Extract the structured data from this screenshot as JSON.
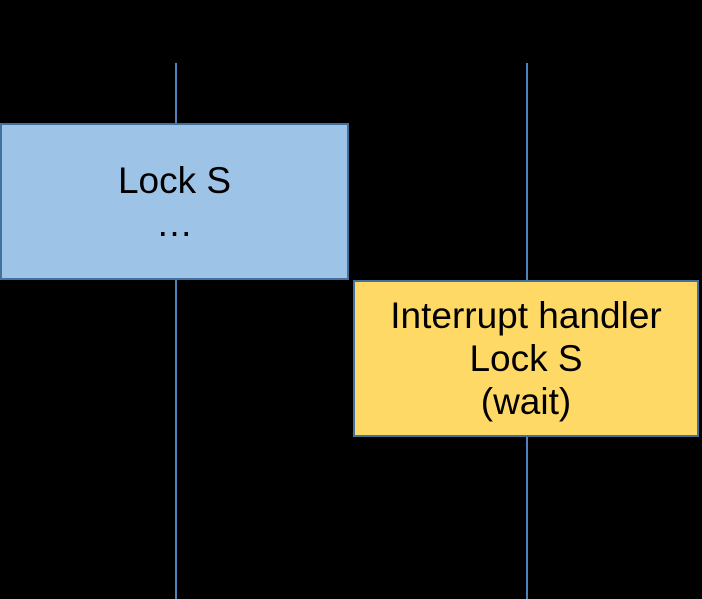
{
  "diagram": {
    "description": "Timeline diagram of interrupt handler deadlock on lock S",
    "colors": {
      "background": "#000000",
      "timeline_line": "#4e81bd",
      "process_box_fill": "#9dc3e6",
      "interrupt_box_fill": "#ffd966",
      "box_border": "#41719c",
      "text": "#000000"
    },
    "process_box": {
      "line1": "Lock S",
      "line2": "…"
    },
    "interrupt_box": {
      "line1": "Interrupt handler",
      "line2": "Lock S",
      "line3": "(wait)"
    }
  }
}
